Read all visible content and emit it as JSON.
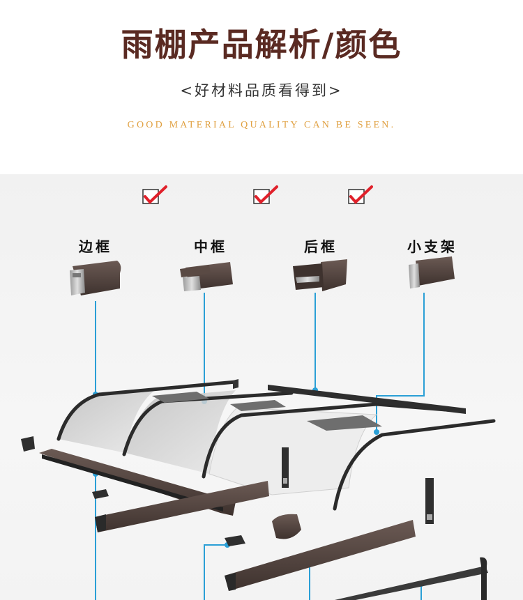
{
  "header": {
    "title": "雨棚产品解析/颜色",
    "subtitle": "<好材料品质看得到>",
    "english": "GOOD MATERIAL QUALITY CAN BE SEEN."
  },
  "parts": [
    {
      "label": "边框",
      "icon": "edge-frame-profile"
    },
    {
      "label": "中框",
      "icon": "middle-frame-profile"
    },
    {
      "label": "后框",
      "icon": "rear-frame-profile"
    },
    {
      "label": "小支架",
      "icon": "small-bracket-profile"
    }
  ],
  "checkmarks": 3,
  "colors": {
    "title": "#5a2a22",
    "english_tagline": "#e0a040",
    "profile_brown": "#4a3c37",
    "leader_line": "#2a9fd6",
    "check_red": "#e0202a"
  }
}
